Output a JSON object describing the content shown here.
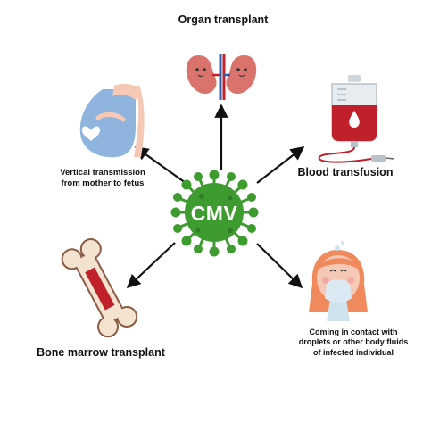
{
  "center": {
    "label": "CMV"
  },
  "nodes": {
    "organ": {
      "label": "Organ transplant"
    },
    "mother": {
      "label_line1": "Vertical transmission",
      "label_line2": "from mother to fetus"
    },
    "blood": {
      "label": "Blood transfusion"
    },
    "bone": {
      "label": "Bone marrow transplant"
    },
    "droplet": {
      "label_line1": "Coming in contact with",
      "label_line2": "droplets or other body fluids",
      "label_line3": "of infected individual"
    }
  },
  "colors": {
    "virus_green": "#3e9b2f",
    "virus_dark": "#2f7d22",
    "kidney": "#d9736b",
    "blood_red": "#c0202a",
    "skin": "#f6c9b6",
    "pregnant_shirt": "#8fb4dd",
    "hair": "#f08a5d"
  }
}
